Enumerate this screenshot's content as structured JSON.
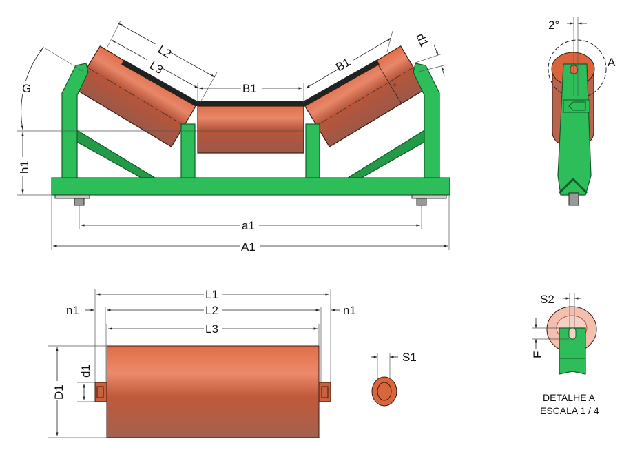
{
  "title": "Troughed belt conveyor idler set - dimensional drawing",
  "front_view": {
    "labels": {
      "L2": "L2",
      "L3": "L3",
      "B1_center": "B1",
      "B1_side": "B1",
      "d1": "d1",
      "G": "G",
      "h1": "h1",
      "a1": "a1",
      "A1": "A1",
      "d1_small": "d1"
    }
  },
  "side_view": {
    "angle_label": "2°",
    "detail_ref": "A"
  },
  "roller_view": {
    "labels": {
      "L1": "L1",
      "L2": "L2",
      "L3": "L3",
      "n1_left": "n1",
      "n1_right": "n1",
      "D1": "D1",
      "d1": "d1",
      "S1": "S1"
    }
  },
  "detail_a": {
    "S2": "S2",
    "F": "F",
    "caption_line1": "DETALHE  A",
    "caption_line2": "ESCALA 1 / 4"
  },
  "colors": {
    "frame": "#2dbe5a",
    "roller": "#b65a3a",
    "belt": "#222222"
  }
}
